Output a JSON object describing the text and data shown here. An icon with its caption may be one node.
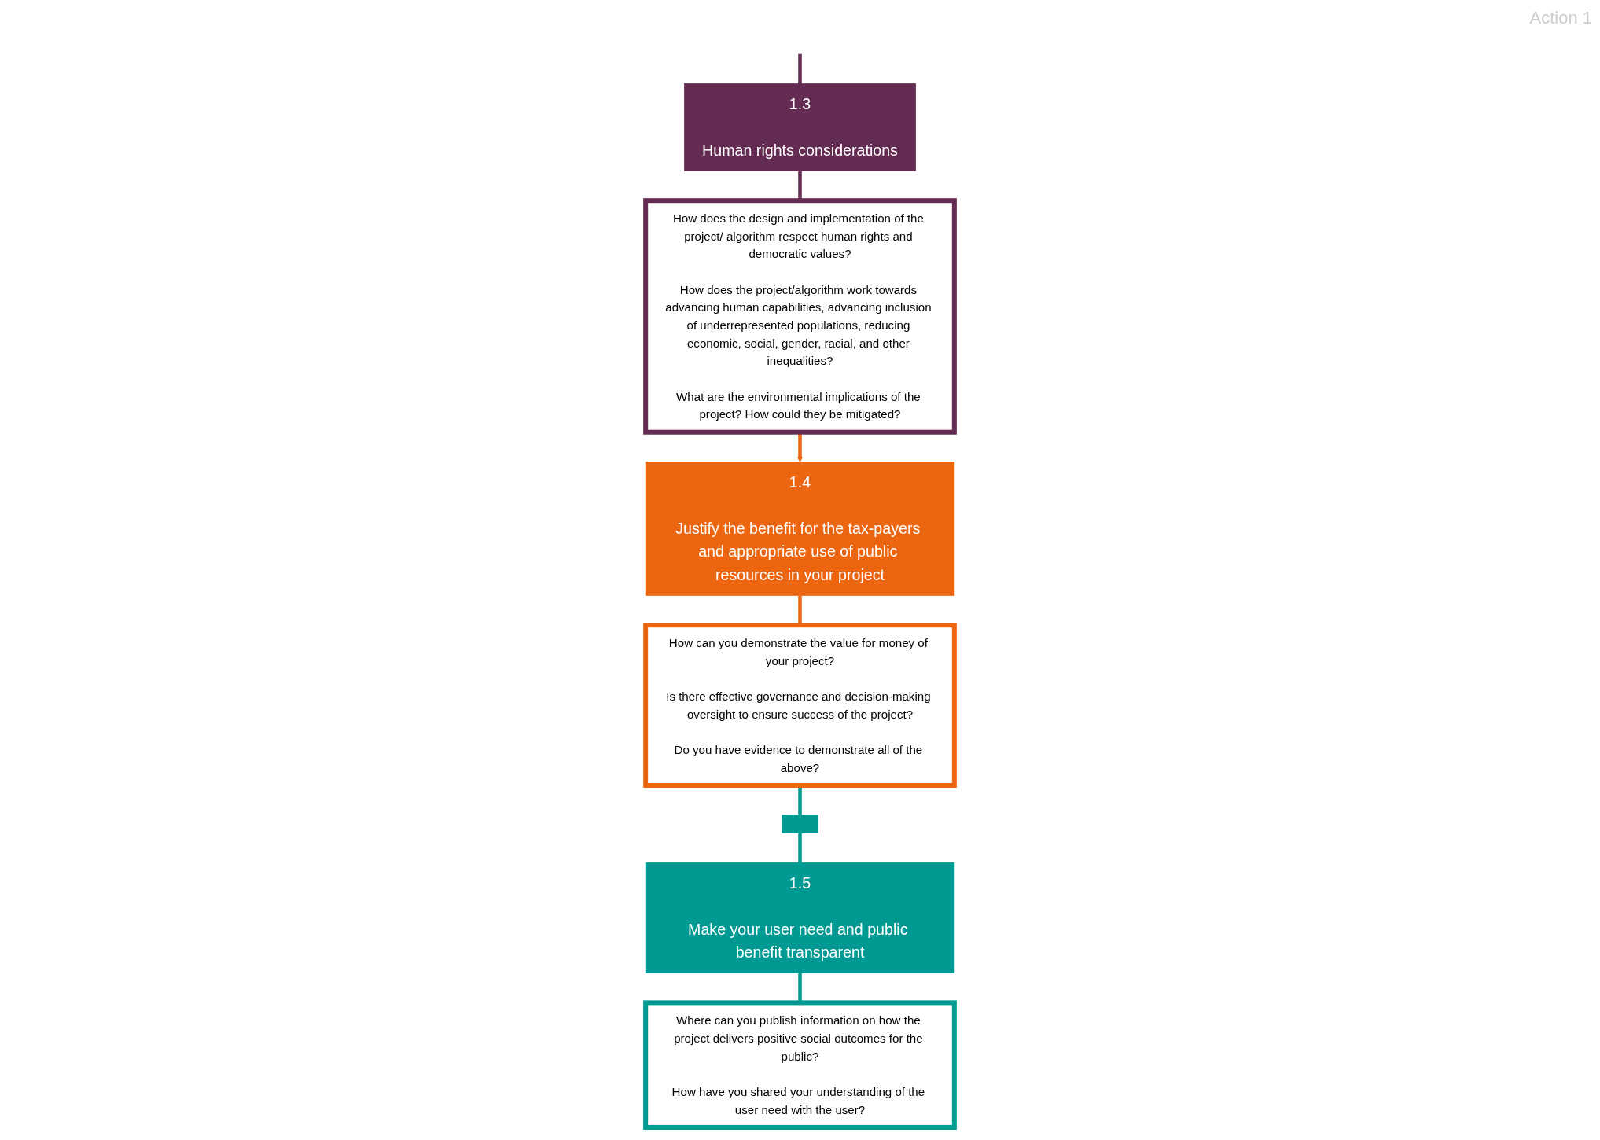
{
  "diagram": {
    "nodes": [
      {
        "text": [
          "1.3",
          "Human rights considerations"
        ]
      },
      {
        "text": [
          "How does the design and implementation of the project/ algorithm respect human rights and democratic values?",
          "How does the project/algorithm work towards advancing human capabilities, advancing inclusion of underrepresented populations, reducing economic, social, gender, racial, and other inequalities?",
          "What are the environmental implications of the project? How could they be mitigated?"
        ]
      },
      {
        "text": [
          "1.4",
          "Justify the benefit for the tax-payers and appropriate use of public resources in your project"
        ]
      },
      {
        "text": [
          "How can you demonstrate the value for money of your project?",
          "Is there effective governance and decision-making oversight to ensure success of the project?",
          "Do you have evidence to demonstrate all of the above?"
        ]
      },
      {
        "text": [],
        "shape": "box"
      },
      {
        "text": [
          "1.5",
          "Make your user need and public benefit transparent"
        ]
      },
      {
        "text": [
          "Where can you publish information on how the project delivers positive social outcomes for the public?",
          "How have you shared your understanding of the user need with the user?"
        ]
      }
    ],
    "edges": [
      {
        "from": null,
        "to": 0,
        "arrow": "none",
        "color": "#642c52"
      },
      {
        "from": 0,
        "to": 1,
        "arrow": "none",
        "color": "#642c52"
      },
      {
        "from": 1,
        "to": 2,
        "arrow": "to",
        "color": "#ec6611"
      },
      {
        "from": 2,
        "to": 3,
        "arrow": "none",
        "color": "#ec6611"
      },
      {
        "from": 3,
        "to": 4,
        "arrow": "none",
        "color": "#009a92"
      },
      {
        "from": 4,
        "to": 5,
        "arrow": "none",
        "color": "#009a92"
      },
      {
        "from": 5,
        "to": 6,
        "arrow": "none",
        "color": "#009a92"
      }
    ],
    "labels": [
      "Action 1"
    ]
  }
}
